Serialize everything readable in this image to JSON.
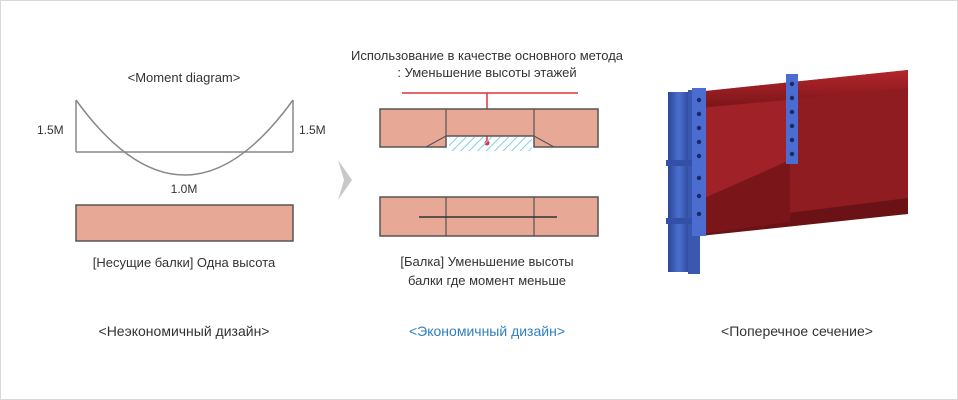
{
  "panels": {
    "left": {
      "diagram_title": "<Moment diagram>",
      "moment_left": "1.5M",
      "moment_right": "1.5M",
      "moment_mid": "1.0M",
      "beam_label": "[Несущие балки] Одна высота",
      "caption": "<Неэкономичный дизайн>"
    },
    "middle": {
      "usage_line1": "Использование в качестве основного метода",
      "usage_line2": ": Уменьшение высоты этажей",
      "beam_label_line1": "[Балка] Уменьшение высоты",
      "beam_label_line2": "балки где момент меньше",
      "caption": "<Экономичный дизайн>"
    },
    "right": {
      "caption": "<Поперечное сечение>"
    }
  },
  "colors": {
    "beam_fill": "#e8a896",
    "beam_stroke": "#555555",
    "accent_red": "#e0323c",
    "caption_blue": "#2f7fc1",
    "column_blue": "#3f5fb8",
    "steel_red": "#8f1c20"
  },
  "icons": [
    "chevron-right-icon"
  ]
}
